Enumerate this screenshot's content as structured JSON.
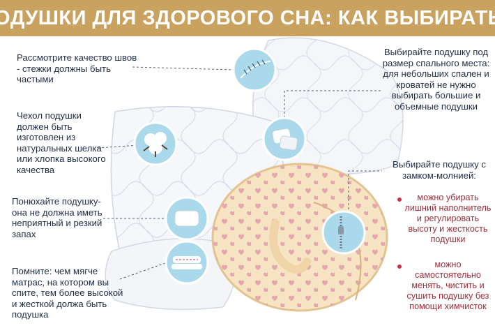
{
  "title": "ПОДУШКИ ДЛЯ ЗДОРОВОГО СНА: КАК ВЫБИРАТЬ?",
  "tips": {
    "seams": "Рассмотрите качество швов - стежки должны быть частыми",
    "cover": "Чехол подушки должен быть изготовлен из натуральных шелка или хлопка высокого качества",
    "smell": "Понюхайте подушку- она не должна иметь неприятный и резкий запах",
    "mattress": "Помните: чем мягче матрас, на котором вы спите, тем более высокой и жесткой должа быть подушка",
    "size": "Выбирайте подушку под размер спального места: для небольших спален и кроватей не нужно выбирать большие и объемные подушки",
    "zipper": "Выбирайте подушку с замком-молнией:",
    "zipper_benefits": [
      "можно убирать лишний наполнитель и регулировать высоту и жесткость подушки",
      "можно самостоятельно менять, чистить и сушить подушку без помощи химчисток"
    ]
  },
  "colors": {
    "header_bg": "#c9a25f",
    "title": "#ffffff",
    "text": "#1f2c45",
    "accent": "#9b2d3b",
    "bullet": "#c8314a",
    "callout": "#a9d9ea",
    "round_pillow": "#f6e4c3",
    "pillow": "#f4f6fa"
  },
  "icons": {
    "seams": "stitch-detail-icon",
    "cover": "cotton-flower-icon",
    "smell": "small-pillow-icon",
    "mattress": "mattress-icon",
    "size": "pillows-icon",
    "zipper": "zipper-icon"
  }
}
